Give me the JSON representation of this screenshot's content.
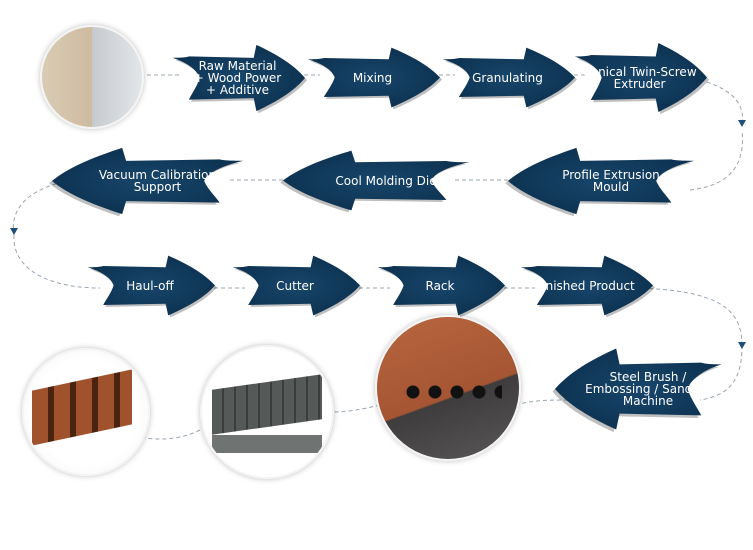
{
  "colors": {
    "arrow": "#17466b",
    "arrow_dark": "#0c2f4d",
    "line": "#9aa4ad"
  },
  "steps": [
    {
      "label": "Raw Material\n+ Wood Power\n+ Additive",
      "direction": "right"
    },
    {
      "label": "Mixing",
      "direction": "right"
    },
    {
      "label": "Granulating",
      "direction": "right"
    },
    {
      "label": "Conical Twin-Screw\nExtruder",
      "direction": "right"
    },
    {
      "label": "Profile Extrusion\nMould",
      "direction": "left"
    },
    {
      "label": "Cool Molding Die",
      "direction": "left"
    },
    {
      "label": "Vacuum Calibration\nSupport",
      "direction": "left"
    },
    {
      "label": "Haul-off",
      "direction": "right"
    },
    {
      "label": "Cutter",
      "direction": "right"
    },
    {
      "label": "Rack",
      "direction": "right"
    },
    {
      "label": "Finished Product",
      "direction": "right"
    },
    {
      "label": "Steel Brush /\nEmbossing / Sanding\nMachine",
      "direction": "left"
    }
  ]
}
